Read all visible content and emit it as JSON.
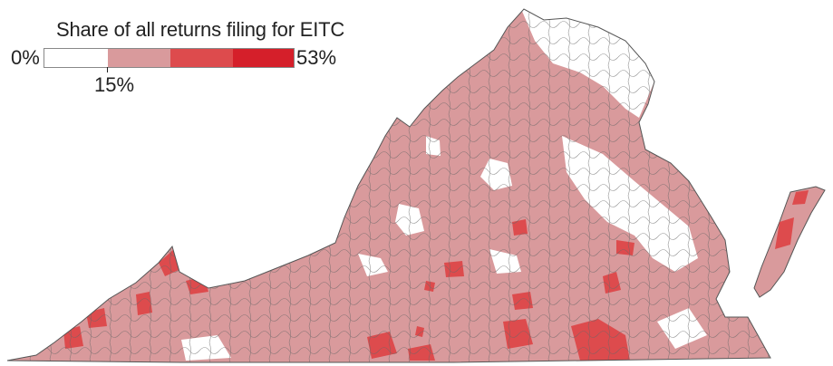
{
  "legend": {
    "title": "Share of all returns filing for EITC",
    "min_label": "0%",
    "max_label": "53%",
    "mid_label": "15%",
    "bins": [
      {
        "color": "#ffffff"
      },
      {
        "color": "#d99a9c"
      },
      {
        "color": "#dd4b4d"
      },
      {
        "color": "#d51f2a"
      }
    ]
  },
  "map": {
    "region": "Virginia",
    "boundary_color": "#555555",
    "fill_low": "#ffffff",
    "fill_mid": "#d99a9c",
    "fill_high": "#dd4b4d"
  }
}
